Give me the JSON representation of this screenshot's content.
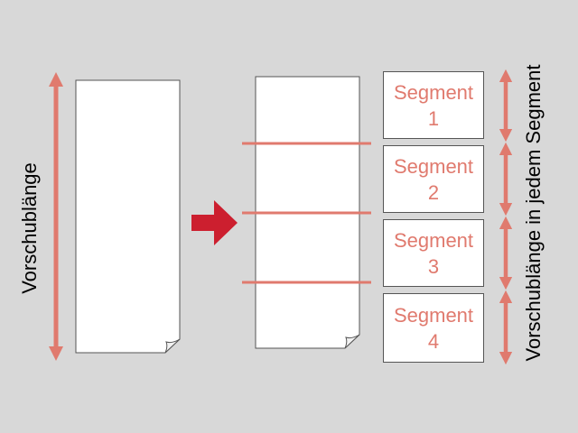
{
  "colors": {
    "background": "#d8d8d8",
    "accent": "#e07a6e",
    "arrow": "#cc1f2f",
    "paper": "#ffffff",
    "outline": "#555555"
  },
  "labels": {
    "left_axis": "Vorschublänge",
    "right_axis": "Vorschublänge in jedem Segment"
  },
  "segments": [
    {
      "word": "Segment",
      "number": "1"
    },
    {
      "word": "Segment",
      "number": "2"
    },
    {
      "word": "Segment",
      "number": "3"
    },
    {
      "word": "Segment",
      "number": "4"
    }
  ],
  "icons": {
    "left_arrow": "double-headed-arrow-icon",
    "right_arrow": "double-headed-arrow-icon",
    "transform": "right-arrow-icon"
  }
}
